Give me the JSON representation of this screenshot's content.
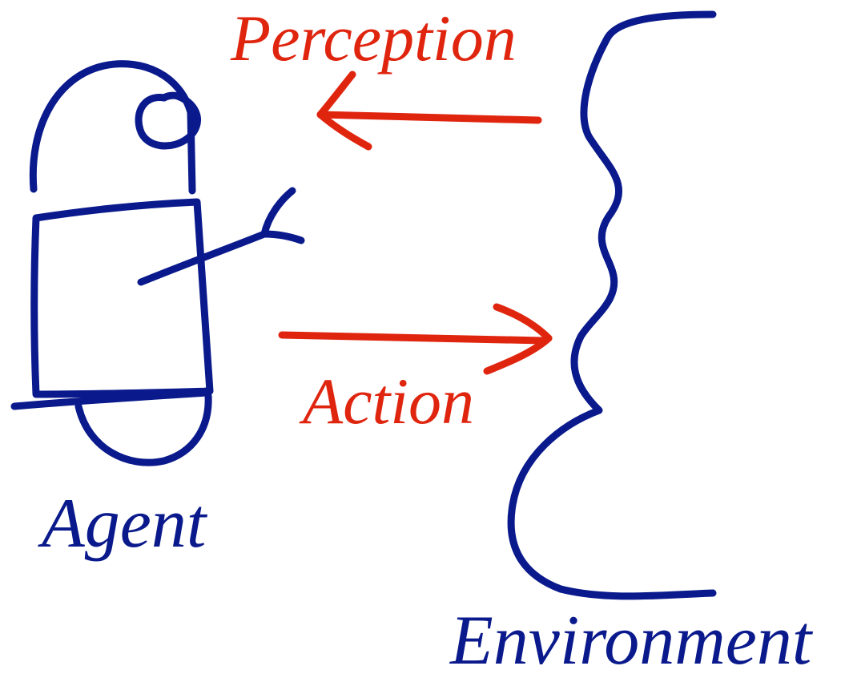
{
  "labels": {
    "perception": "Perception",
    "action": "Action",
    "agent": "Agent",
    "environment": "Environment"
  },
  "colors": {
    "ink": "#0a1a8c",
    "arrow": "#e0250f",
    "background": "#ffffff"
  }
}
